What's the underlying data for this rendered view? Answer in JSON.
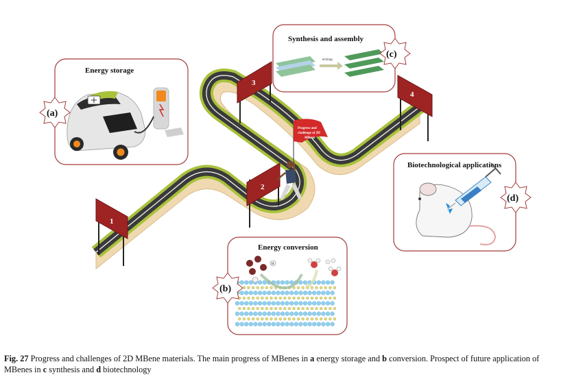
{
  "panels": {
    "a": {
      "badge": "(a)",
      "title": "Energy storage"
    },
    "b": {
      "badge": "(b)",
      "title": "Energy conversion"
    },
    "c": {
      "badge": "(c)",
      "title": "Synthesis and assembly",
      "arrow_label": "etching"
    },
    "d": {
      "badge": "(d)",
      "title": "Biotechnological applications"
    }
  },
  "signs": [
    "1",
    "2",
    "3",
    "4"
  ],
  "flag": {
    "line1": "Progress and",
    "line2": "challenge of 2D",
    "line3": "MBene"
  },
  "molecule_label": "H",
  "caption": {
    "label": "Fig. 27",
    "t1": "  Progress and challenges of 2D MBene materials. The main progress of MBenes in ",
    "k1": "a",
    "t2": " energy storage and ",
    "k2": "b",
    "t3": " conversion. Prospect of future application of MBenes in ",
    "k3": "c",
    "t4": " synthesis and ",
    "k4": "d",
    "t5": " biotechnology"
  },
  "colors": {
    "road": "#3a3a3a",
    "road_stripe": "#ffffff",
    "grass": "#a8c23c",
    "road_side": "#f0d9b0",
    "sign": "#9e2424",
    "panel_border": "#a33a3a",
    "accent_orange": "#f08a1e",
    "flag": "#d42a2a"
  }
}
